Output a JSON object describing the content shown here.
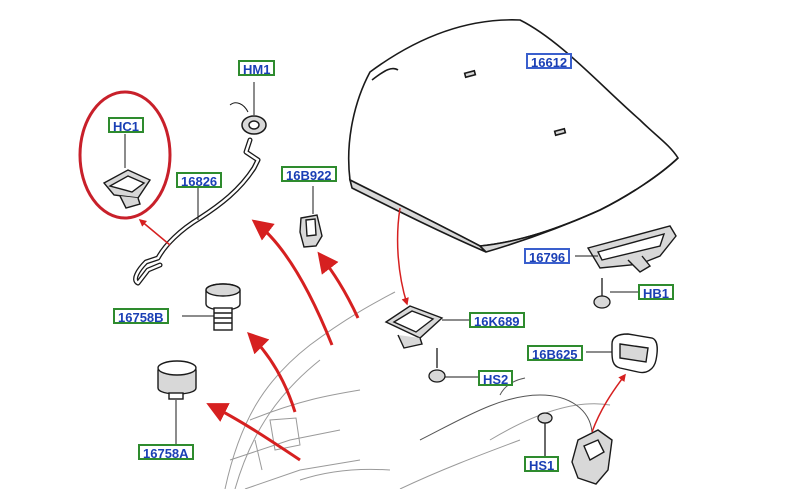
{
  "labels": {
    "hc1": "HC1",
    "hm1": "HM1",
    "p16826": "16826",
    "p16b922": "16B922",
    "p16612": "16612",
    "p16796": "16796",
    "hb1": "HB1",
    "p16758b": "16758B",
    "p16k689": "16K689",
    "p16b625": "16B625",
    "hs2": "HS2",
    "hs1": "HS1",
    "p16758a": "16758A"
  },
  "colors": {
    "line": "#1a1a1a",
    "fill": "#d8d8d8",
    "arrow": "#d62020",
    "highlight": "#c8202a",
    "label_border_green": "#2e8b2e",
    "label_border_blue": "#3a5fcd",
    "label_text": "#1a3fb5"
  }
}
